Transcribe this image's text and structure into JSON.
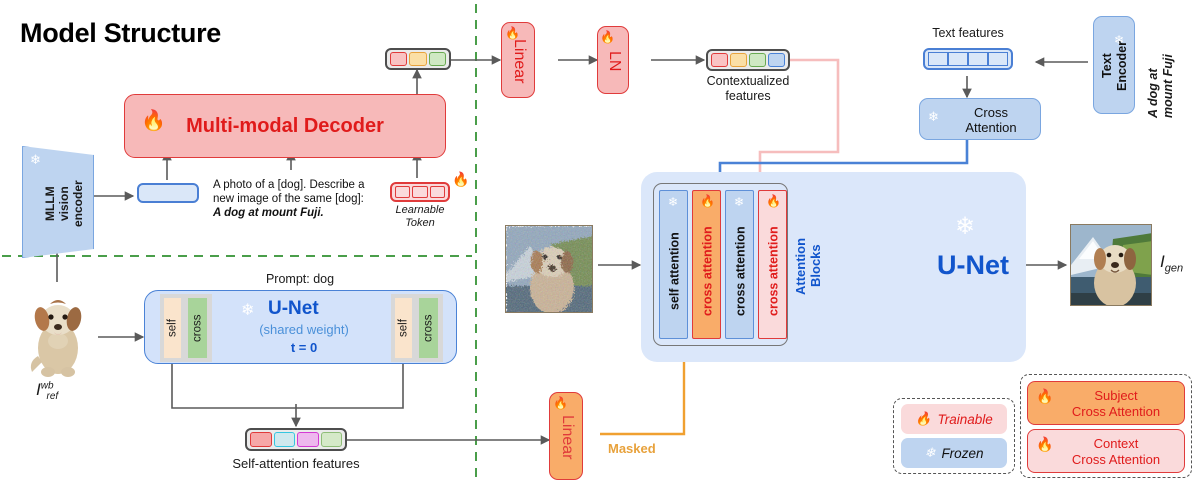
{
  "title": "Model Structure",
  "top_branch": {
    "vision_encoder": {
      "label": "MLLM\nvision\nencoder",
      "lines": [
        "MLLM",
        "vision",
        "encoder"
      ],
      "icon": "snowflake-icon",
      "state": "frozen"
    },
    "image_tokens": {
      "name": "image-tokens",
      "cells": 3
    },
    "decoder": {
      "label": "Multi-modal Decoder",
      "icon": "flame-icon",
      "state": "trainable"
    },
    "prompt_text": {
      "line1": "A photo of a [dog]. Describe a",
      "line2": "new image of the same [dog]:",
      "line3": "A dog at mount Fuji."
    },
    "learnable_token": {
      "label_line1": "Learnable",
      "label_line2": "Token",
      "cells": 3,
      "icon": "flame-icon",
      "state": "trainable"
    },
    "decoder_output_tokens": {
      "cells": [
        "#f9c3c3",
        "#fbdfa6",
        "#cfe8c3"
      ]
    },
    "linear": {
      "label": "Linear",
      "icon": "flame-icon",
      "state": "trainable"
    },
    "ln": {
      "label": "LN",
      "icon": "flame-icon",
      "state": "trainable"
    },
    "contextualized_features": {
      "label_line1": "Contextualized",
      "label_line2": "features",
      "cells": [
        "#f9c3c3",
        "#fbdfa6",
        "#cfe8c3",
        "#bed4f0"
      ]
    }
  },
  "bottom_branch": {
    "ref_image_label_main": "I",
    "ref_image_label_sup": "wb",
    "ref_image_label_sub": "ref",
    "prompt_caption": "Prompt: dog",
    "unet_shared": {
      "name": "U-Net",
      "line2": "(shared weight)",
      "line3": "t = 0",
      "icon": "snowflake-icon",
      "state": "frozen",
      "left_self": "self",
      "left_cross": "cross",
      "right_self": "self",
      "right_cross": "cross"
    },
    "self_attention_features": {
      "label": "Self-attention features",
      "cells": [
        "#f6a8a8",
        "#a8e7ef",
        "#e88ae8",
        "#cfe8c3"
      ]
    },
    "linear_masked": {
      "label": "Linear",
      "icon": "flame-icon",
      "state": "trainable"
    },
    "masked_label": "Masked"
  },
  "text_branch": {
    "text_prompt": "A dog at\nmount Fuji",
    "text_prompt_line1": "A dog at",
    "text_prompt_line2": "mount Fuji",
    "text_encoder": {
      "line1": "Text",
      "line2": "Encoder",
      "icon": "snowflake-icon",
      "state": "frozen"
    },
    "text_features_label": "Text features",
    "text_features_cells": 4,
    "cross_attention": {
      "line1": "Cross",
      "line2": "Attention",
      "icon": "snowflake-icon",
      "state": "frozen"
    }
  },
  "main_unet": {
    "title": "U-Net",
    "icon": "snowflake-icon",
    "attention_blocks_label_line1": "Attention",
    "attention_blocks_label_line2": "Blocks",
    "blocks": [
      {
        "label": "self attention",
        "kind": "frozen",
        "icon": "snowflake-icon"
      },
      {
        "label": "cross attention",
        "kind": "subject",
        "icon": "flame-icon"
      },
      {
        "label": "cross attention",
        "kind": "frozen",
        "icon": "snowflake-icon"
      },
      {
        "label": "cross attention",
        "kind": "context",
        "icon": "flame-icon"
      }
    ],
    "output_label_main": "I",
    "output_label_sub": "gen"
  },
  "legend": {
    "state_items": [
      {
        "label": "Trainable",
        "icon": "flame-icon",
        "color": "#fadadb"
      },
      {
        "label": "Frozen",
        "icon": "snowflake-icon",
        "color": "#bed4f0"
      }
    ],
    "attention_items": [
      {
        "line1": "Subject",
        "line2": "Cross Attention",
        "icon": "flame-icon",
        "color": "#f9ac69"
      },
      {
        "line1": "Context",
        "line2": "Cross Attention",
        "icon": "flame-icon",
        "color": "#fadadb"
      }
    ]
  },
  "colors": {
    "trainable_fill": "#fadadb",
    "trainable_border": "#e03b3b",
    "frozen_fill": "#bed4f0",
    "frozen_border": "#7aa6e0",
    "subject_orange": "#f9ac69",
    "unet_panel": "#dbe7fa",
    "divider_green": "#4a9e4a",
    "masked_orange": "#f0a030",
    "unet_blue": "#1155cc"
  }
}
